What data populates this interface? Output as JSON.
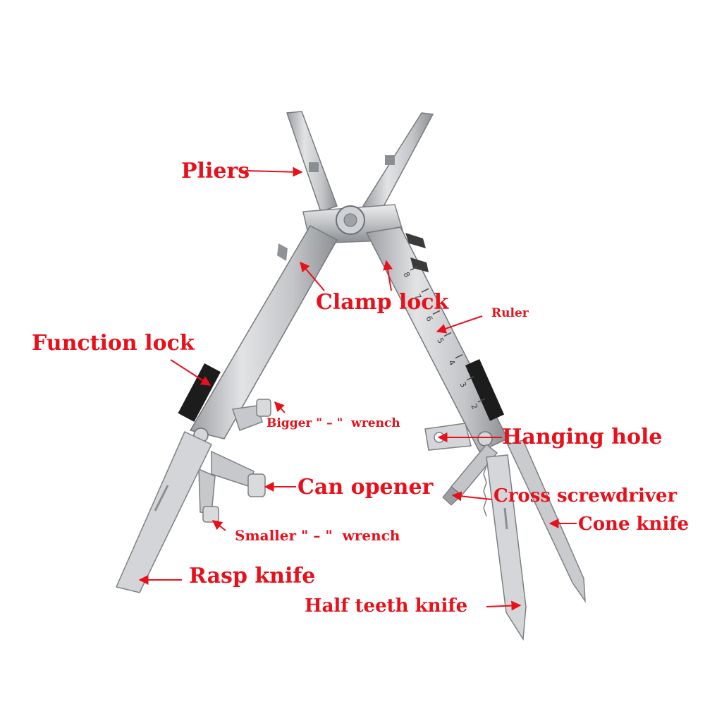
{
  "labels": {
    "pliers": "Pliers",
    "clamp_lock": "Clamp lock",
    "ruler": "Ruler",
    "function_lock": "Function lock",
    "bigger_wrench": "Bigger \" – \"  wrench",
    "hanging_hole": "Hanging hole",
    "can_opener": "Can opener",
    "cross_screwdriver": "Cross screwdriver",
    "smaller_wrench": "Smaller \" – \"  wrench",
    "cone_knife": "Cone knife",
    "rasp_knife": "Rasp knife",
    "half_teeth_knife": "Half teeth knife"
  },
  "ruler_marks": [
    "8",
    "7",
    "6",
    "5",
    "4",
    "3",
    "2"
  ],
  "colors": {
    "label_red": "#e8101a",
    "steel_light": "#d9dadc",
    "steel_mid": "#b4b6b9",
    "steel_dark": "#7d8084",
    "rubber": "#1c1c1c",
    "background": "#ffffff"
  }
}
